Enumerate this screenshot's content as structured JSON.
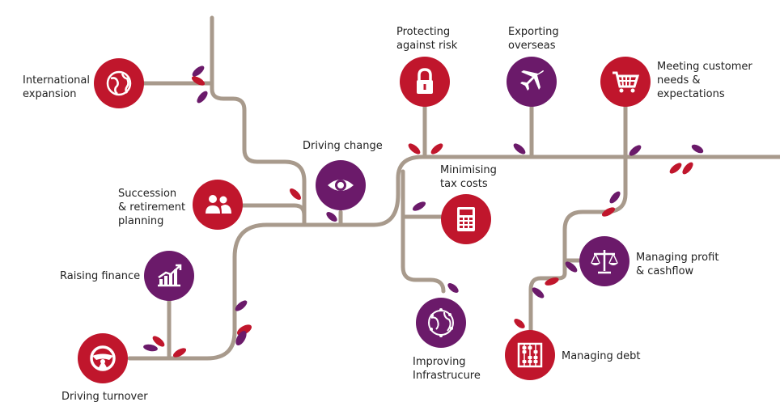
{
  "colors": {
    "path": "#a89a8c",
    "red": "#c0162c",
    "purple": "#6b1a6a",
    "text": "#222222"
  },
  "nodes": {
    "international": {
      "label": "International\nexpansion",
      "icon": "globe-icon",
      "color": "red"
    },
    "succession": {
      "label": "Succession\n& retirement\nplanning",
      "icon": "people-icon",
      "color": "red"
    },
    "raising": {
      "label": "Raising finance",
      "icon": "growth-chart-icon",
      "color": "purple"
    },
    "turnover": {
      "label": "Driving turnover",
      "icon": "steering-wheel-icon",
      "color": "red"
    },
    "change": {
      "label": "Driving change",
      "icon": "eye-icon",
      "color": "purple"
    },
    "risk": {
      "label": "Protecting\nagainst risk",
      "icon": "padlock-icon",
      "color": "red"
    },
    "exporting": {
      "label": "Exporting\noverseas",
      "icon": "airplane-icon",
      "color": "purple"
    },
    "customer": {
      "label": "Meeting customer\nneeds &\nexpectations",
      "icon": "shopping-cart-icon",
      "color": "red"
    },
    "tax": {
      "label": "Minimising\ntax costs",
      "icon": "calculator-icon",
      "color": "red"
    },
    "infra": {
      "label": "Improving\nInfrastrucure",
      "icon": "network-globe-icon",
      "color": "purple"
    },
    "profit": {
      "label": "Managing profit\n& cashflow",
      "icon": "scales-icon",
      "color": "purple"
    },
    "debt": {
      "label": "Managing debt",
      "icon": "abacus-icon",
      "color": "red"
    }
  }
}
